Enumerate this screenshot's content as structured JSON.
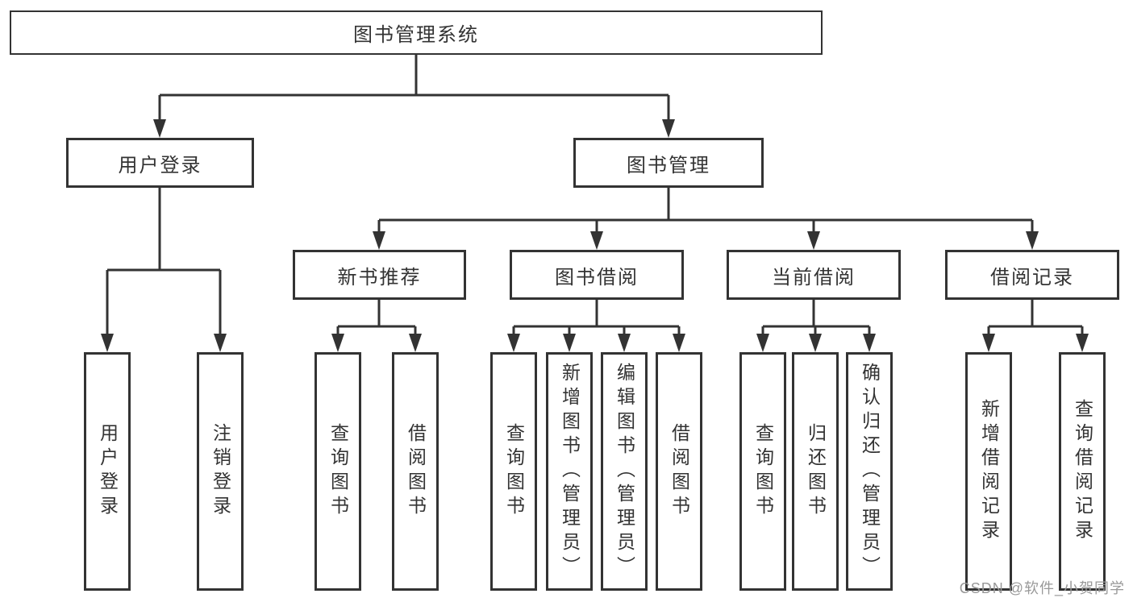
{
  "tree": {
    "root": {
      "label": "图书管理系统"
    },
    "branches": [
      {
        "label": "用户登录",
        "children": [
          {
            "label": "用户登录"
          },
          {
            "label": "注销登录"
          }
        ]
      },
      {
        "label": "图书管理",
        "sections": [
          {
            "label": "新书推荐",
            "children": [
              {
                "label": "查询图书"
              },
              {
                "label": "借阅图书"
              }
            ]
          },
          {
            "label": "图书借阅",
            "children": [
              {
                "label": "查询图书"
              },
              {
                "label": "新增图书（管理员）"
              },
              {
                "label": "编辑图书（管理员）"
              },
              {
                "label": "借阅图书"
              }
            ]
          },
          {
            "label": "当前借阅",
            "children": [
              {
                "label": "查询图书"
              },
              {
                "label": "归还图书"
              },
              {
                "label": "确认归还（管理员）"
              }
            ]
          },
          {
            "label": "借阅记录",
            "children": [
              {
                "label": "新增借阅记录"
              },
              {
                "label": "查询借阅记录"
              }
            ]
          }
        ]
      }
    ]
  },
  "watermark": {
    "text": "CSDN @软件_小贺同学"
  },
  "colors": {
    "line": "#333333",
    "border": "#333333",
    "text": "#333333",
    "watermark": "#999999",
    "background": "#ffffff"
  }
}
